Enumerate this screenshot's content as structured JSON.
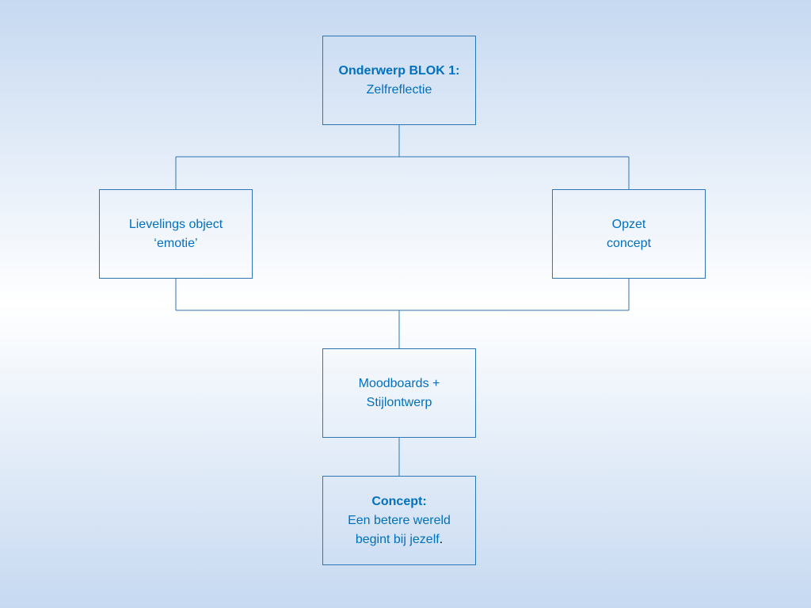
{
  "colors": {
    "line": "#2e75b6",
    "text": "#0070c0",
    "background_edge": "#c6d9f1",
    "background_center": "#ffffff"
  },
  "nodes": {
    "onderwerp": {
      "title": "Onderwerp BLOK 1:",
      "subtitle": "Zelfreflectie"
    },
    "lievelings": {
      "line1": "Lievelings object",
      "line2": "‘emotie’"
    },
    "opzet": {
      "line1": "Opzet",
      "line2": "concept"
    },
    "moodboards": {
      "line1": "Moodboards +",
      "line2": "Stijlontwerp"
    },
    "concept": {
      "title": "Concept:",
      "line1": "Een betere wereld",
      "line2": "begint bij jezelf",
      "period": "."
    }
  }
}
